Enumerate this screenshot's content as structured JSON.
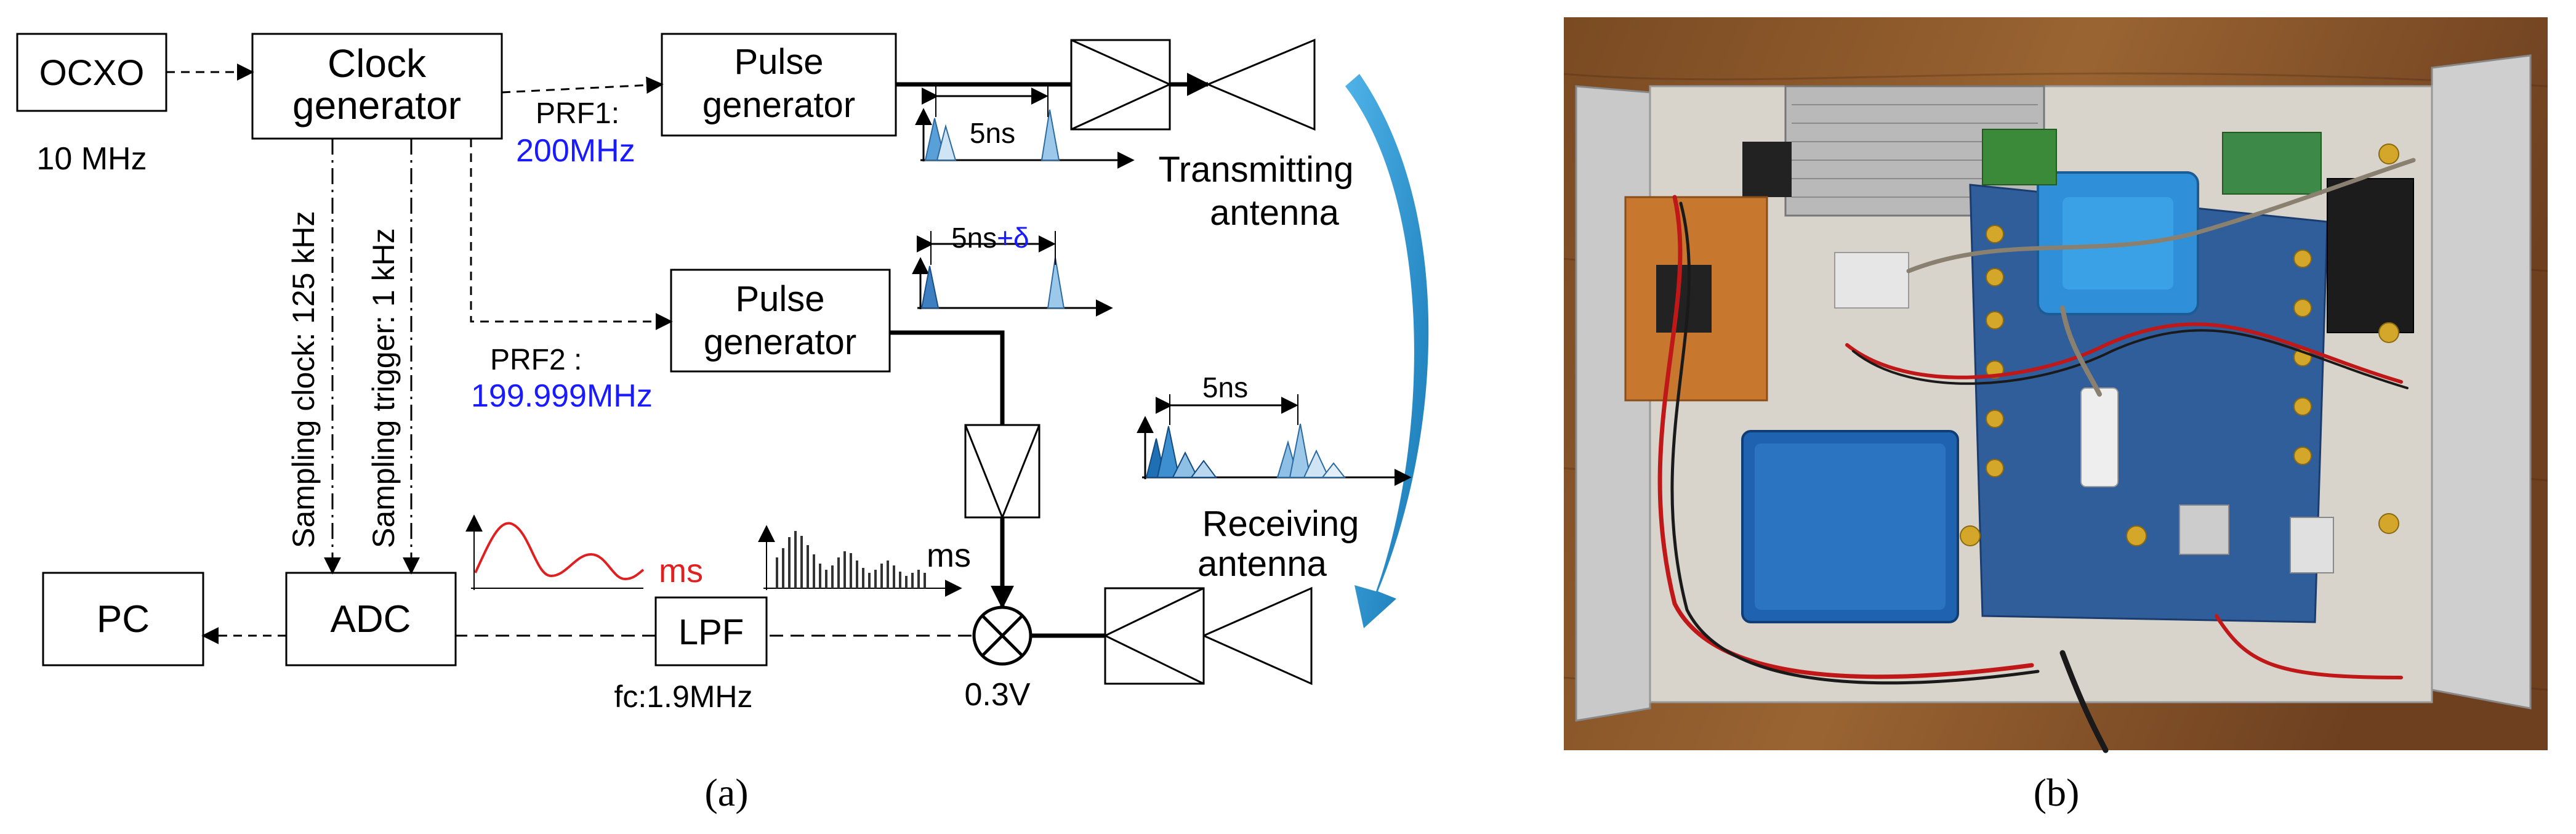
{
  "panel_a": {
    "blocks": {
      "ocxo": "OCXO",
      "clock_line1": "Clock",
      "clock_line2": "generator",
      "pulse_line1": "Pulse",
      "pulse_line2": "generator",
      "pc": "PC",
      "adc": "ADC",
      "lpf": "LPF"
    },
    "labels": {
      "ocxo_freq": "10 MHz",
      "prf1": "PRF1:",
      "prf1_value": "200MHz",
      "prf2": "PRF2 :",
      "prf2_value": "199.999MHz",
      "sampling_clock": "Sampling clock: 125 kHz",
      "sampling_trigger": "Sampling trigger: 1 kHz",
      "tx_line1": "Transmitting",
      "tx_line2": "antenna",
      "rx_line1": "Receiving",
      "rx_line2": "antenna",
      "pulse_period": "5ns",
      "pulse_period_2": "5ns",
      "pulse_period_3": "5ns",
      "delta_suffix": "+δ",
      "ms_red": "ms",
      "ms_black": "ms",
      "lpf_fc": "fc:1.9MHz",
      "mixer_level": "0.3V"
    },
    "caption": "(a)"
  },
  "panel_b": {
    "caption": "(b)"
  },
  "colors": {
    "blue_text": "#1a1aff",
    "red_wave": "#e02020",
    "pulse_fill": "#5aa0d8",
    "arrow_blue": "#1e8fc8",
    "line": "#000000"
  }
}
